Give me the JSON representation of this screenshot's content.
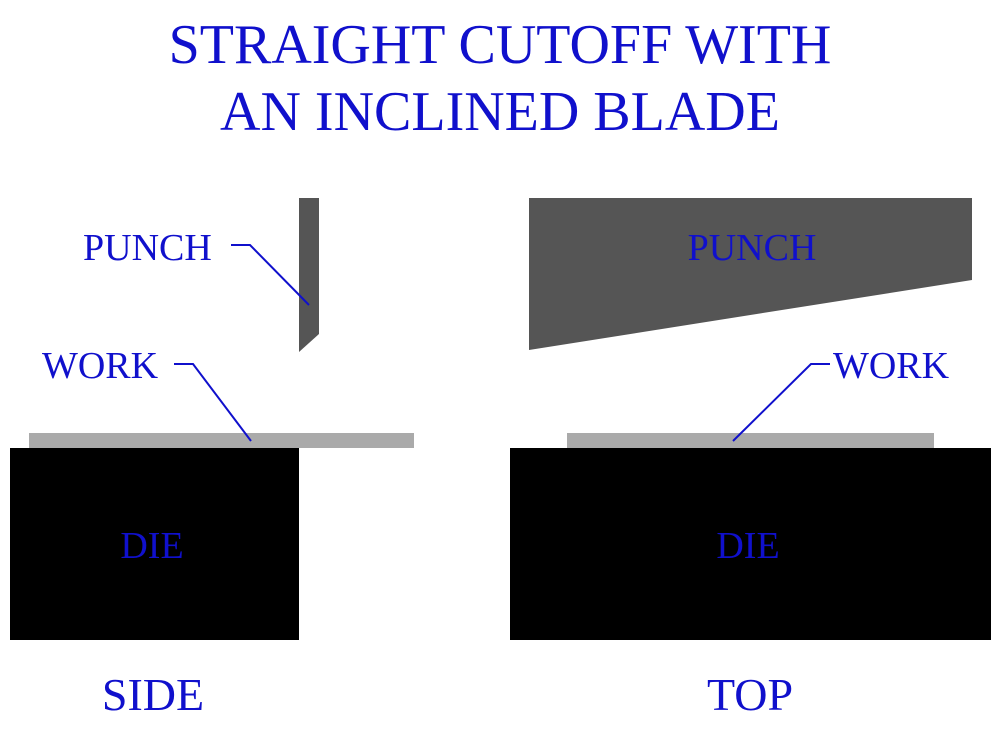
{
  "title": {
    "line1": "STRAIGHT CUTOFF WITH",
    "line2": "AN INCLINED BLADE"
  },
  "side_view": {
    "punch_label": "PUNCH",
    "work_label": "WORK",
    "die_label": "DIE",
    "view_label": "SIDE"
  },
  "top_view": {
    "punch_label": "PUNCH",
    "work_label": "WORK",
    "die_label": "DIE",
    "view_label": "TOP"
  },
  "colors": {
    "text": "#1010cc",
    "leader": "#1010cc",
    "punch": "#555555",
    "work": "#aaaaaa",
    "die": "#000000",
    "background": "#ffffff"
  }
}
